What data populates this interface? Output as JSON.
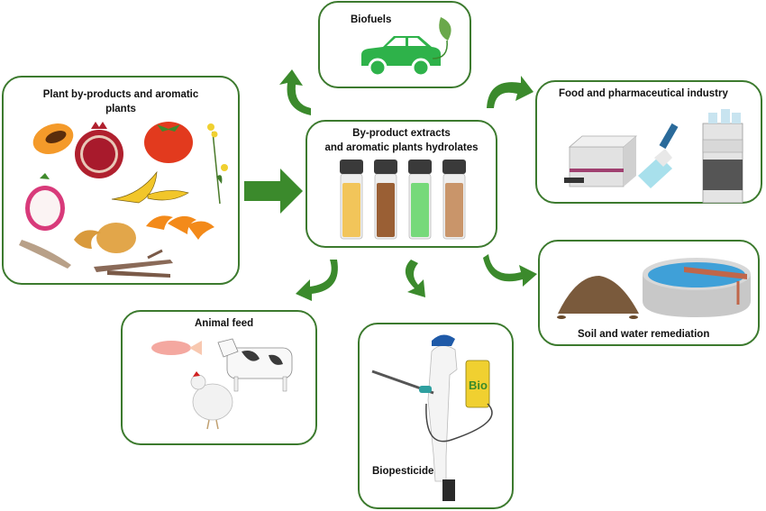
{
  "diagram": {
    "source": {
      "title_line1": "Plant by-products  and aromatic",
      "title_line2": "plants",
      "items": [
        "papaya-icon",
        "pomegranate-icon",
        "tomato-icon",
        "rapeseed-flower-icon",
        "dragon-fruit-icon",
        "banana-peel-icon",
        "potato-peel-icon",
        "orange-peel-icon",
        "root-icon",
        "wood-sticks-icon"
      ]
    },
    "center": {
      "title_line1": "By-product  extracts",
      "title_line2": "and aromatic  plants  hydrolates",
      "vials": [
        {
          "name": "yellow-extract",
          "color": "#f2c55a"
        },
        {
          "name": "brown-extract",
          "color": "#9a5f34"
        },
        {
          "name": "green-extract",
          "color": "#76d97a"
        },
        {
          "name": "tan-extract",
          "color": "#c9956a"
        }
      ]
    },
    "applications": {
      "biofuels": {
        "title": "Biofuels"
      },
      "food_pharma": {
        "title": "Food and pharmaceutical  industry"
      },
      "soil_water": {
        "title": "Soil and water remediation"
      },
      "animal_feed": {
        "title": "Animal feed"
      },
      "biopesticides": {
        "title": "Biopesticides",
        "tank_label": "Bio"
      }
    },
    "colors": {
      "border": "#3c7a2e",
      "arrow": "#3b8a2c",
      "car": "#2eb24a"
    }
  }
}
